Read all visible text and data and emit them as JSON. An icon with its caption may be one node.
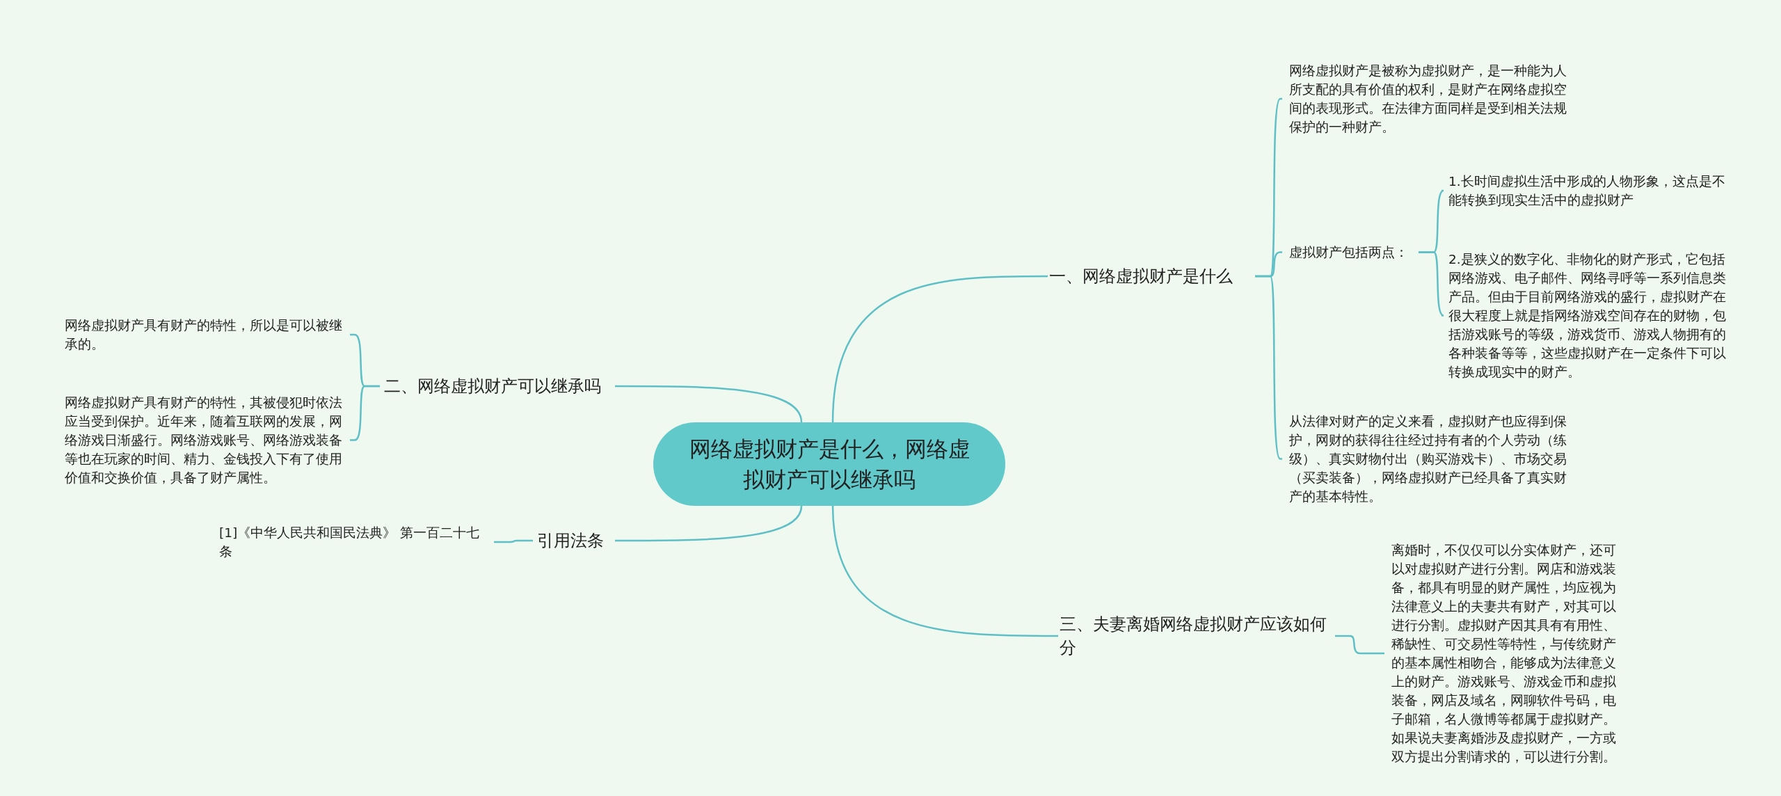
{
  "diagram": {
    "nodes": [
      {
        "text": [
          "网络虚拟财产是什么，网络虚拟财产可以继承吗"
        ]
      },
      {
        "text": [
          "一、网络虚拟财产是什么"
        ]
      },
      {
        "text": [
          "网络虚拟财产是被称为虚拟财产，是一种能为人所支配的具有价值的权利，是财产在网络虚拟空间的表现形式。在法律方面同样是受到相关法规保护的一种财产。"
        ]
      },
      {
        "text": [
          "虚拟财产包括两点："
        ]
      },
      {
        "text": [
          "1.长时间虚拟生活中形成的人物形象，这点是不能转换到现实生活中的虚拟财产"
        ]
      },
      {
        "text": [
          "2.是狭义的数字化、非物化的财产形式，它包括网络游戏、电子邮件、网络寻呼等一系列信息类产品。但由于目前网络游戏的盛行，虚拟财产在很大程度上就是指网络游戏空间存在的财物，包括游戏账号的等级，游戏货币、游戏人物拥有的各种装备等等，这些虚拟财产在一定条件下可以转换成现实中的财产。"
        ]
      },
      {
        "text": [
          "从法律对财产的定义来看，虚拟财产也应得到保护，网财的获得往往经过持有者的个人劳动（练级）、真实财物付出（购买游戏卡）、市场交易（买卖装备），网络虚拟财产已经具备了真实财产的基本特性。"
        ]
      },
      {
        "text": [
          "二、网络虚拟财产可以继承吗"
        ]
      },
      {
        "text": [
          "网络虚拟财产具有财产的特性，所以是可以被继承的。"
        ]
      },
      {
        "text": [
          "网络虚拟财产具有财产的特性，其被侵犯时依法应当受到保护。近年来，随着互联网的发展，网络游戏日渐盛行。网络游戏账号、网络游戏装备等也在玩家的时间、精力、金钱投入下有了使用价值和交换价值，具备了财产属性。"
        ]
      },
      {
        "text": [
          "引用法条"
        ]
      },
      {
        "text": [
          "[1]《中华人民共和国民法典》 第一百二十七条"
        ]
      },
      {
        "text": [
          "三、夫妻离婚网络虚拟财产应该如何分"
        ]
      },
      {
        "text": [
          "离婚时，不仅仅可以分实体财产，还可以对虚拟财产进行分割。网店和游戏装备，都具有明显的财产属性，均应视为法律意义上的夫妻共有财产，对其可以进行分割。虚拟财产因其具有有用性、稀缺性、可交易性等特性，与传统财产的基本属性相吻合，能够成为法律意义上的财产。游戏账号、游戏金币和虚拟装备，网店及域名，网聊软件号码，电子邮箱，名人微博等都属于虚拟财产。如果说夫妻离婚涉及虚拟财产，一方或双方提出分割请求的，可以进行分割。"
        ]
      }
    ],
    "edges": [
      {
        "from": 0,
        "to": 1,
        "arrow": "none"
      },
      {
        "from": 1,
        "to": 2,
        "arrow": "none"
      },
      {
        "from": 1,
        "to": 3,
        "arrow": "none"
      },
      {
        "from": 3,
        "to": 4,
        "arrow": "none"
      },
      {
        "from": 3,
        "to": 5,
        "arrow": "none"
      },
      {
        "from": 1,
        "to": 6,
        "arrow": "none"
      },
      {
        "from": 0,
        "to": 7,
        "arrow": "none"
      },
      {
        "from": 7,
        "to": 8,
        "arrow": "none"
      },
      {
        "from": 7,
        "to": 9,
        "arrow": "none"
      },
      {
        "from": 0,
        "to": 10,
        "arrow": "none"
      },
      {
        "from": 10,
        "to": 11,
        "arrow": "none"
      },
      {
        "from": 0,
        "to": 12,
        "arrow": "none"
      },
      {
        "from": 12,
        "to": 13,
        "arrow": "none"
      }
    ]
  }
}
